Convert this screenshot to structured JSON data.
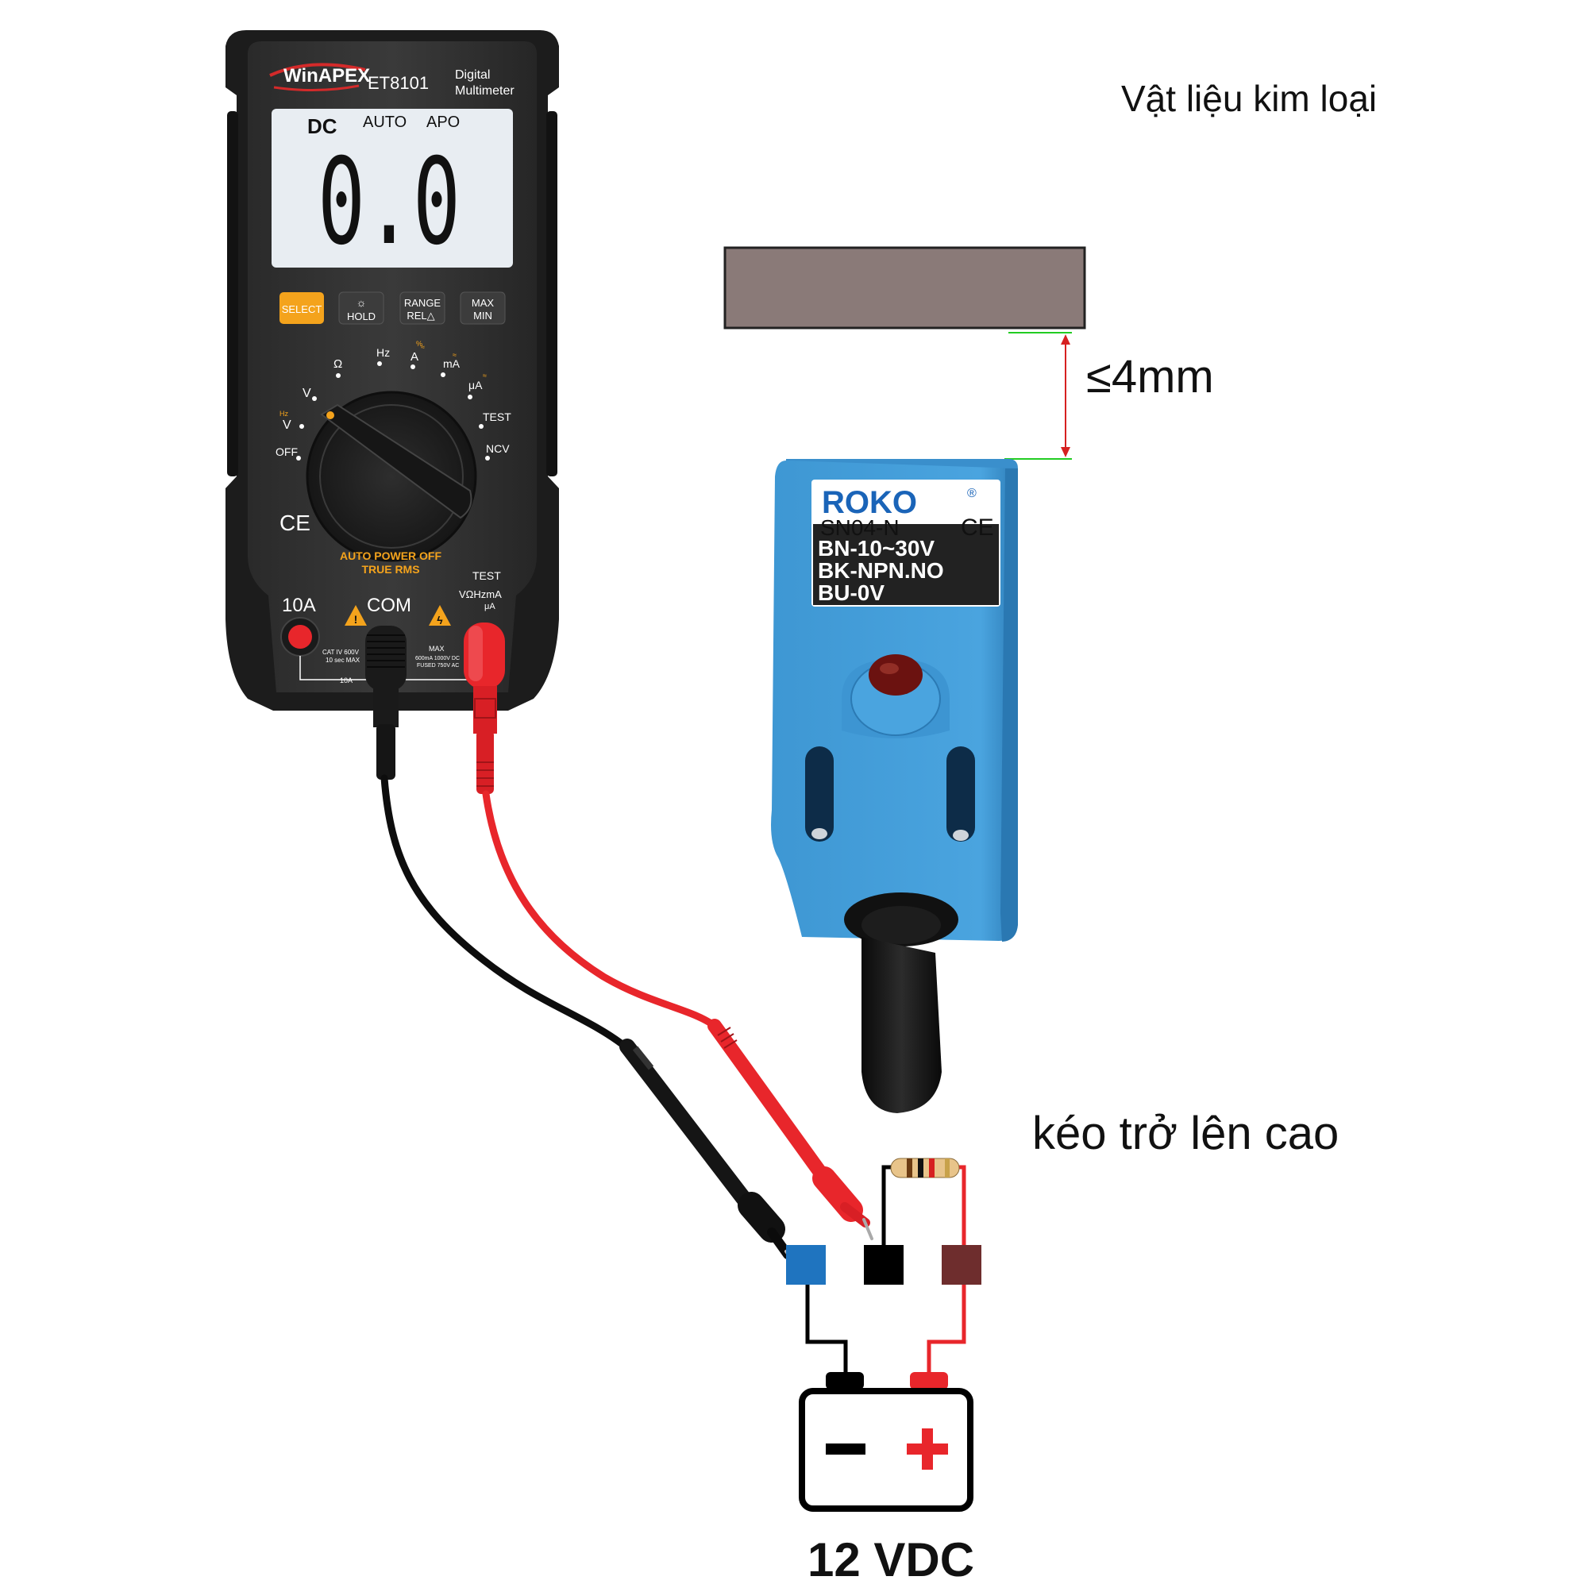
{
  "labels": {
    "metal_material": "Vật liệu kim loại",
    "distance": "≤4mm",
    "pull_up": "kéo trở lên cao",
    "supply": "12 VDC"
  },
  "multimeter": {
    "brand": "WinAPEX",
    "model": "ET8101",
    "type_line1": "Digital",
    "type_line2": "Multimeter",
    "lcd_mode": "DC",
    "lcd_auto": "AUTO",
    "lcd_apo": "APO",
    "reading": "0.0",
    "buttons": {
      "select": "SELECT",
      "hold": "HOLD",
      "range": "RANGE",
      "rel": "REL△",
      "max": "MAX",
      "min": "MIN"
    },
    "dial": {
      "off": "OFF",
      "v_ac": "V",
      "v_dc": "V",
      "ohm": "Ω",
      "hz": "Hz",
      "a": "A",
      "ma": "mA",
      "ua": "μA",
      "test": "TEST",
      "ncv": "NCV"
    },
    "ce": "CE",
    "auto_power_off": "AUTO POWER OFF",
    "true_rms": "TRUE RMS",
    "jack_10a": "10A",
    "jack_com": "COM",
    "jack_test": "TEST",
    "jack_test_sub": "VΩHzmA",
    "jack_test_sub2": "μA",
    "cat_rating": "CAT IV 600V",
    "cat_rating2": "10 sec MAX",
    "max_rating": "MAX",
    "max_rating2": "600mA 1000V DC",
    "max_rating3": "FUSED 750V AC",
    "label_10a_small": "10A"
  },
  "sensor": {
    "brand": "ROKO",
    "model": "SN04-N",
    "line1": "BN-10~30V",
    "line2": "BK-NPN.NO",
    "line3": "BU-0V"
  },
  "colors": {
    "metal_plate": "#8a7a78",
    "sensor_blue": "#3f9ad8",
    "wire_red": "#e8262b",
    "wire_black": "#111111",
    "terminal_blue": "#1f74bf",
    "terminal_black": "#000000",
    "terminal_brown": "#6e2d2d",
    "lcd_bg": "#e8edf2",
    "select_orange": "#f4a31c",
    "dimension_red": "#d62020",
    "dimension_green": "#22cc22"
  }
}
